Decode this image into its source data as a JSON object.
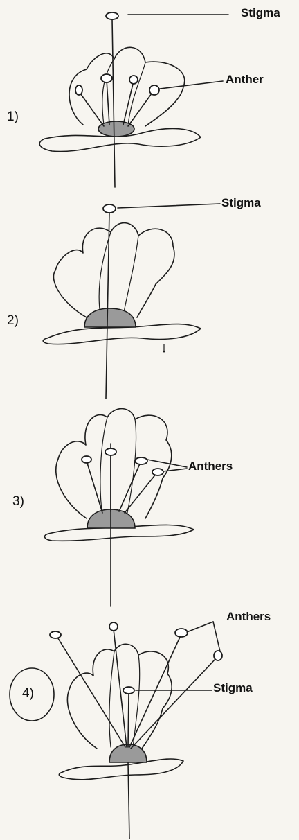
{
  "panels": [
    {
      "number": "1)",
      "labels": [
        "Stigma",
        "Anther"
      ]
    },
    {
      "number": "2)",
      "labels": [
        "Stigma"
      ]
    },
    {
      "number": "3)",
      "labels": [
        "Anthers"
      ]
    },
    {
      "number": "4)",
      "labels": [
        "Anthers",
        "Stigma"
      ]
    }
  ]
}
